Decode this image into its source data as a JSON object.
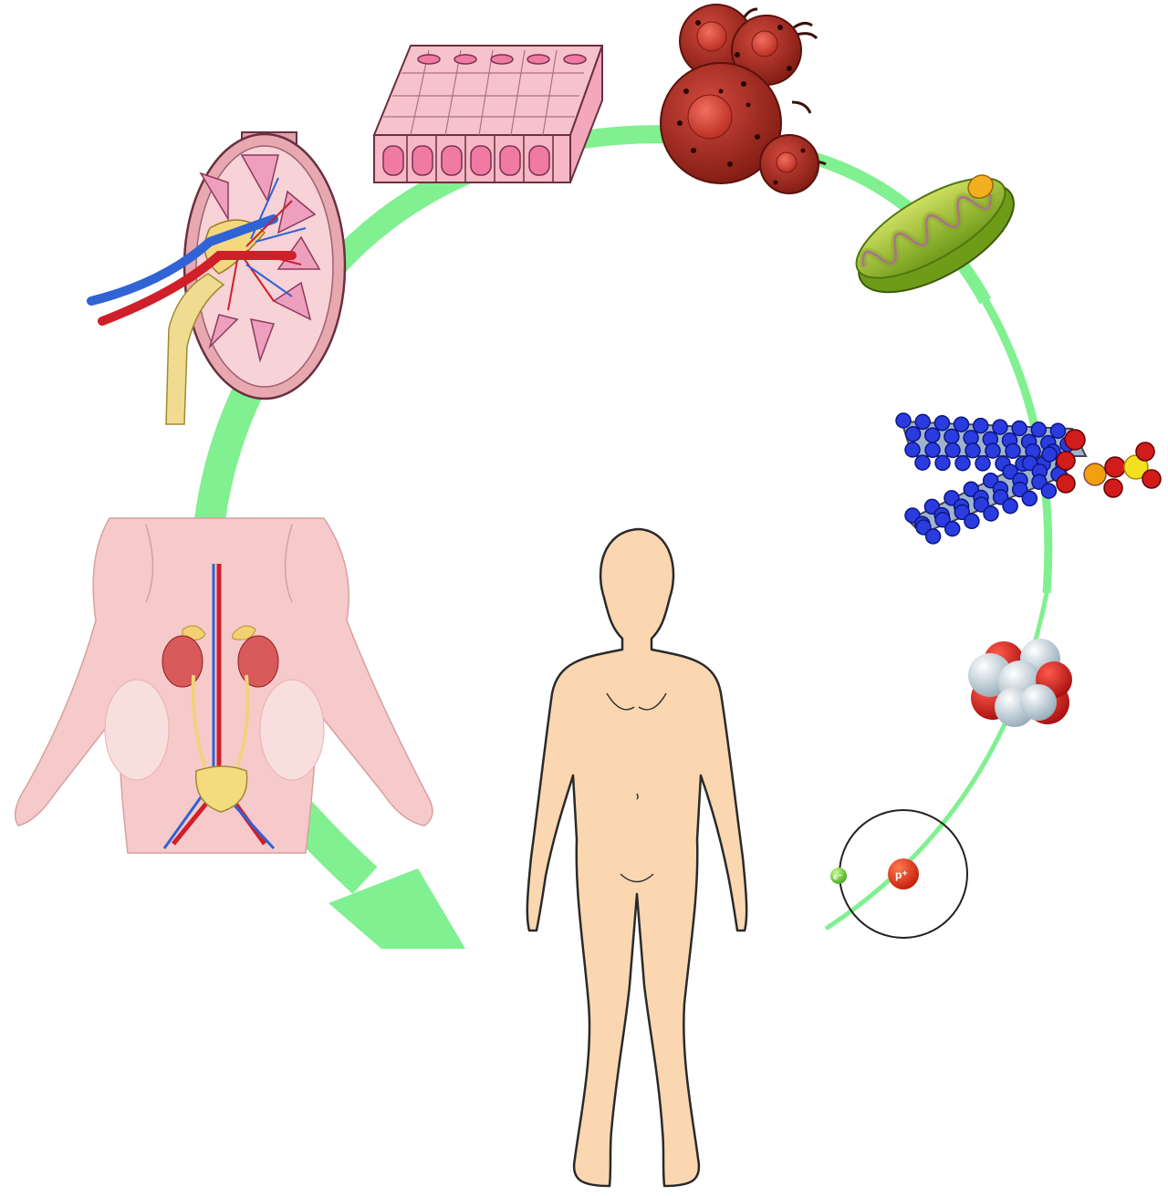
{
  "diagram": {
    "kind": "levels-of-organization-cycle",
    "arrow_color": "#77ee88",
    "levels": [
      {
        "id": "atom",
        "icon": "atom-icon"
      },
      {
        "id": "molecule",
        "icon": "molecule-icon"
      },
      {
        "id": "macromolecule",
        "icon": "macromolecule-icon"
      },
      {
        "id": "organelle",
        "icon": "mitochondrion-icon"
      },
      {
        "id": "cell",
        "icon": "cell-icon"
      },
      {
        "id": "tissue",
        "icon": "tissue-icon"
      },
      {
        "id": "organ",
        "icon": "kidney-icon"
      },
      {
        "id": "organ-system",
        "icon": "urinary-system-icon"
      },
      {
        "id": "organism",
        "icon": "human-body-icon"
      }
    ]
  },
  "atom": {
    "electron_label": "e⁻",
    "proton_label": "p⁺",
    "electron_color": "#66cc44",
    "proton_color": "#dd3311"
  },
  "colors": {
    "skin": "#fad7b0",
    "body_pink": "#f6c8c8",
    "vein": "#3366cc",
    "artery": "#cc2233",
    "kidney": "#e89aa8",
    "tissue": "#f6b8c6",
    "cell": "#a62820",
    "mito_outer": "#8fbf2a",
    "bead_blue": "#2233cc",
    "bead_red": "#dd1111"
  }
}
